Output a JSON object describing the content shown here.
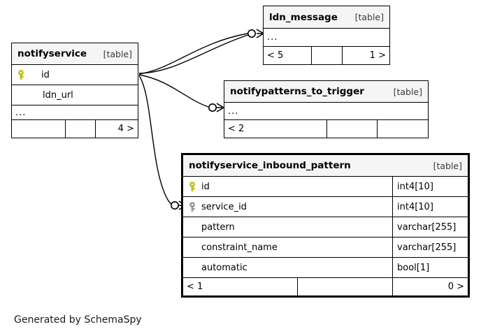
{
  "diagram": {
    "caption": "Generated by SchemaSpy",
    "table_tag": "[table]",
    "ellipsis": "...",
    "background_color": "#ffffff",
    "header_fill": "#f5f5f5",
    "line_color": "#000000",
    "primary_key_color": "#d6d600",
    "foreign_key_color": "#a8a8a8"
  },
  "tables": {
    "notifyservice": {
      "name": "notifyservice",
      "tag": "[table]",
      "columns": [
        {
          "name": "id",
          "key": "primary-key-icon",
          "type": ""
        },
        {
          "name": "ldn_url",
          "key": "none",
          "type": ""
        }
      ],
      "has_ellipsis_row": true,
      "footer": {
        "left": "",
        "middle": "",
        "right": "4 >"
      }
    },
    "ldn_message": {
      "name": "ldn_message",
      "tag": "[table]",
      "columns": [],
      "has_ellipsis_row": true,
      "footer": {
        "left": "< 5",
        "middle": "",
        "right": "1 >"
      }
    },
    "notifypatterns_to_trigger": {
      "name": "notifypatterns_to_trigger",
      "tag": "[table]",
      "columns": [],
      "has_ellipsis_row": true,
      "footer": {
        "left": "< 2",
        "middle": "",
        "right": ""
      }
    },
    "notifyservice_inbound_pattern": {
      "name": "notifyservice_inbound_pattern",
      "tag": "[table]",
      "columns": [
        {
          "name": "id",
          "key": "primary-key-icon",
          "type": "int4[10]"
        },
        {
          "name": "service_id",
          "key": "foreign-key-icon",
          "type": "int4[10]"
        },
        {
          "name": "pattern",
          "key": "none",
          "type": "varchar[255]"
        },
        {
          "name": "constraint_name",
          "key": "none",
          "type": "varchar[255]"
        },
        {
          "name": "automatic",
          "key": "none",
          "type": "bool[1]"
        }
      ],
      "has_ellipsis_row": false,
      "footer": {
        "left": "< 1",
        "middle": "",
        "right": "0 >"
      }
    }
  },
  "relationships": [
    {
      "from": "notifyservice.id",
      "to": "ldn_message",
      "cardinality": "one-to-many"
    },
    {
      "from": "notifyservice.id",
      "to": "ldn_message",
      "cardinality": "one-to-many"
    },
    {
      "from": "notifyservice.id",
      "to": "notifypatterns_to_trigger",
      "cardinality": "one-to-many"
    },
    {
      "from": "notifyservice.id",
      "to": "notifyservice_inbound_pattern.service_id",
      "cardinality": "one-to-many"
    }
  ]
}
